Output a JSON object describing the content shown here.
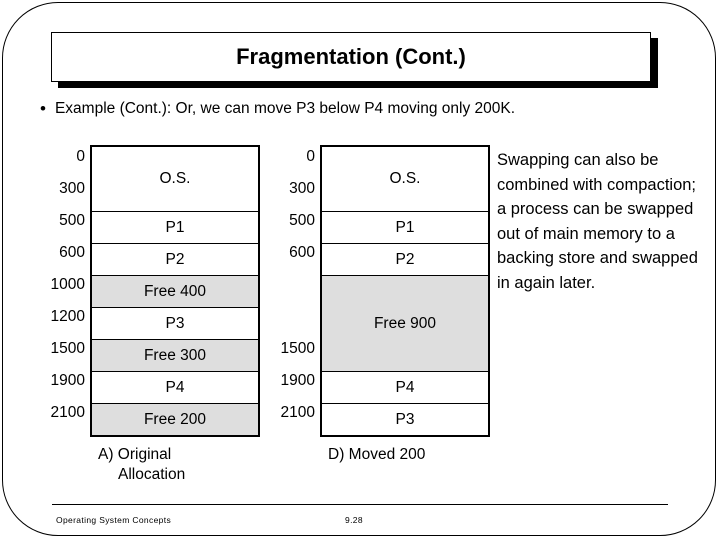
{
  "slide": {
    "title": "Fragmentation (Cont.)",
    "bullet_marker": "•",
    "bullet_text": "Example (Cont.): Or, we can move P3 below P4 moving only 200K."
  },
  "figures": [
    {
      "id": "original-allocation",
      "caption_line1": "A) Original",
      "caption_line2": "Allocation",
      "addresses": [
        "0",
        "300",
        "500",
        "600",
        "1000",
        "1200",
        "1500",
        "1900",
        "2100"
      ],
      "rows": [
        {
          "label": "O.S.",
          "units": 2,
          "free": false
        },
        {
          "label": "P1",
          "units": 1,
          "free": false
        },
        {
          "label": "P2",
          "units": 1,
          "free": false
        },
        {
          "label": "Free 400",
          "units": 1,
          "free": true
        },
        {
          "label": "P3",
          "units": 1,
          "free": false
        },
        {
          "label": "Free 300",
          "units": 1,
          "free": true
        },
        {
          "label": "P4",
          "units": 1,
          "free": false
        },
        {
          "label": "Free 200",
          "units": 1,
          "free": true
        }
      ]
    },
    {
      "id": "moved-200",
      "caption_line1": "D) Moved 200",
      "caption_line2": "",
      "addresses": [
        "0",
        "300",
        "500",
        "600",
        "1500",
        "1900",
        "2100"
      ],
      "rows": [
        {
          "label": "O.S.",
          "units": 2,
          "free": false
        },
        {
          "label": "P1",
          "units": 1,
          "free": false
        },
        {
          "label": "P2",
          "units": 1,
          "free": false
        },
        {
          "label": "Free 900",
          "units": 3,
          "free": true
        },
        {
          "label": "P4",
          "units": 1,
          "free": false
        },
        {
          "label": "P3",
          "units": 1,
          "free": false
        }
      ]
    }
  ],
  "side_note": "Swapping can also be combined with compaction; a process can be swapped out of main memory to a backing store and swapped in again later.",
  "footer": {
    "left": "Operating System Concepts",
    "page": "9.28"
  },
  "colors": {
    "free_block": "#dedede",
    "background": "#ffffff",
    "line": "#000000"
  }
}
